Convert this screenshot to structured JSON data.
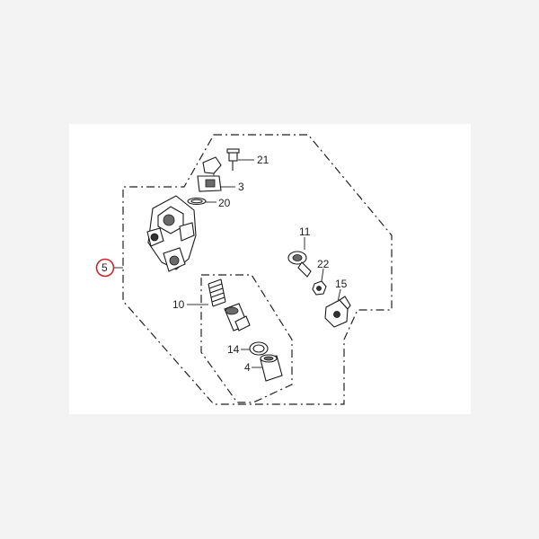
{
  "colors": {
    "background": "#f3f3f3",
    "panel": "#ffffff",
    "ink": "#222222",
    "highlight_circle": "#c0282d"
  },
  "callouts": {
    "p3": "3",
    "p4": "4",
    "p5": "5",
    "p10": "10",
    "p11": "11",
    "p14": "14",
    "p15": "15",
    "p20": "20",
    "p21": "21",
    "p22": "22"
  }
}
